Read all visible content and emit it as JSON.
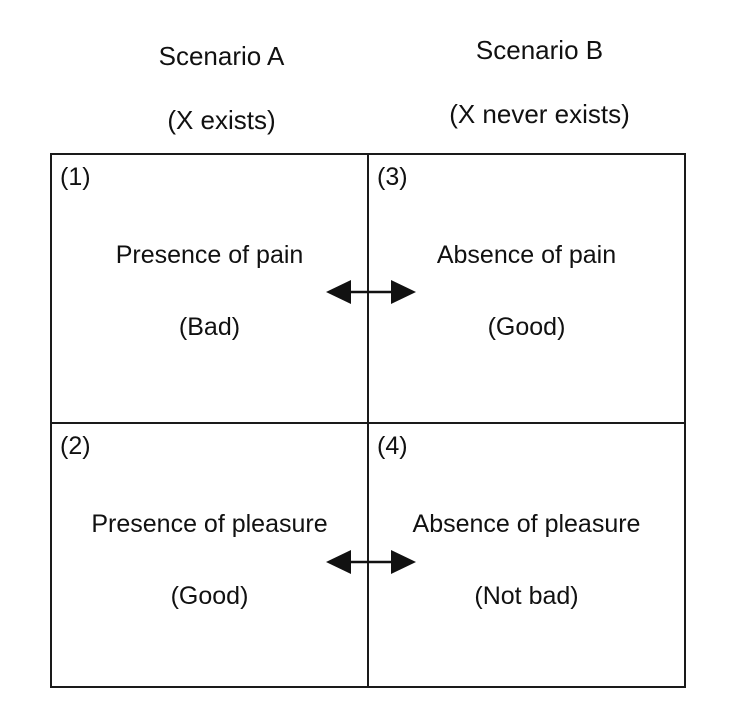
{
  "diagram": {
    "columns": [
      {
        "title": "Scenario A",
        "subtitle": "(X exists)"
      },
      {
        "title": "Scenario B",
        "subtitle": "(X never exists)"
      }
    ],
    "quadrants": [
      {
        "number": "(1)",
        "label": "Presence of pain",
        "valence": "(Bad)"
      },
      {
        "number": "(3)",
        "label": "Absence of pain",
        "valence": "(Good)"
      },
      {
        "number": "(2)",
        "label": "Presence of pleasure",
        "valence": "(Good)"
      },
      {
        "number": "(4)",
        "label": "Absence of pleasure",
        "valence": "(Not bad)"
      }
    ],
    "icons": {
      "exchange_arrow": "double-headed-arrow"
    },
    "colors": {
      "text": "#111111",
      "border": "#1a1a1a",
      "background": "#ffffff"
    }
  }
}
